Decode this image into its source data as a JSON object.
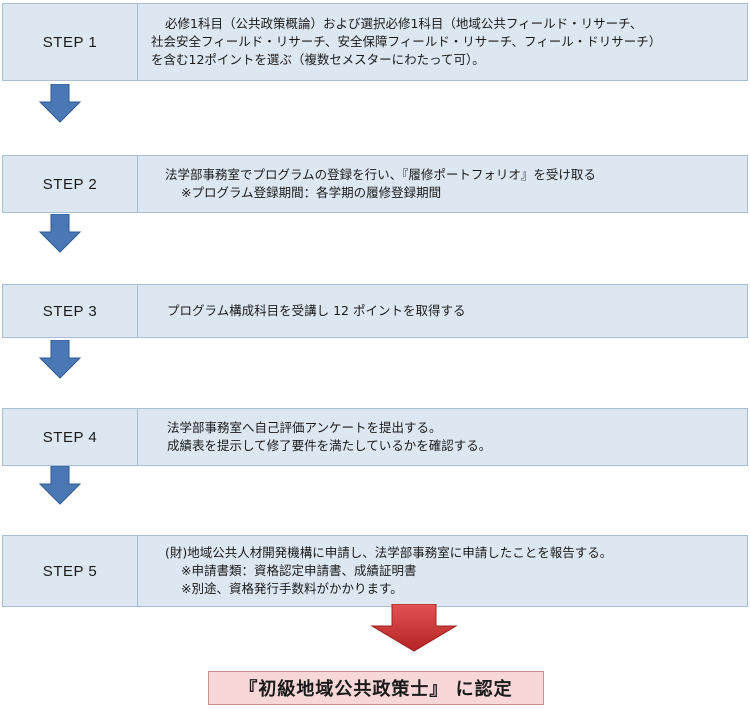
{
  "steps": [
    {
      "label": "STEP 1",
      "lines": [
        "必修1科目（公共政策概論）および選択必修1科目（地域公共フィールド・リサーチ、",
        "社会安全フィールド・リサーチ、安全保障フィールド・リサーチ、フィール・ドリサーチ）",
        "を含む12ポイントを選ぶ（複数セメスターにわたって可）。"
      ]
    },
    {
      "label": "STEP 2",
      "lines": [
        "法学部事務室でプログラムの登録を行い、『履修ポートフォリオ』を受け取る",
        "※プログラム登録期間：各学期の履修登録期間"
      ]
    },
    {
      "label": "STEP 3",
      "lines": [
        "プログラム構成科目を受講し 12 ポイントを取得する"
      ]
    },
    {
      "label": "STEP 4",
      "lines": [
        "法学部事務室へ自己評価アンケートを提出する。",
        "成績表を提示して修了要件を満たしているかを確認する。"
      ]
    },
    {
      "label": "STEP 5",
      "lines": [
        "(財)地域公共人材開発機構に申請し、法学部事務室に申請したことを報告する。",
        "※申請書類：資格認定申請書、成績証明書",
        "※別途、資格発行手数料がかかります。"
      ]
    }
  ],
  "result_label": "『初級地域公共政策士』 に認定",
  "colors": {
    "step_fill": "#dde7f2",
    "step_border": "#a9bdd3",
    "arrow_blue": "#4a78b5",
    "arrow_red": "#d23a3a",
    "result_fill": "#f7d7d7"
  }
}
